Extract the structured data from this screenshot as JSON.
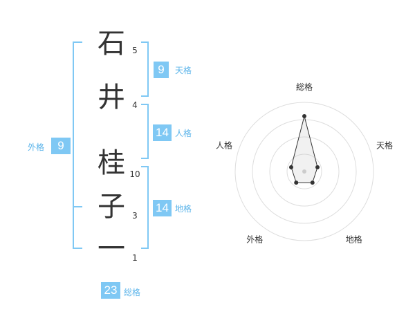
{
  "name_chars": [
    {
      "char": "石",
      "strokes": "5"
    },
    {
      "char": "井",
      "strokes": "4"
    },
    {
      "char": "桂",
      "strokes": "10"
    },
    {
      "char": "子",
      "strokes": "3"
    },
    {
      "char": "一",
      "strokes": "1"
    }
  ],
  "fortunes": {
    "ten": {
      "value": "9",
      "label": "天格"
    },
    "jin": {
      "value": "14",
      "label": "人格"
    },
    "chi": {
      "value": "14",
      "label": "地格"
    },
    "gai": {
      "value": "9",
      "label": "外格"
    },
    "total": {
      "value": "23",
      "label": "総格"
    }
  },
  "colors": {
    "accent": "#7fc8f4",
    "tag": "#5bb4ea",
    "text": "#333333"
  },
  "chart_data": {
    "type": "radar",
    "axes": [
      "総格",
      "天格",
      "地格",
      "外格",
      "人格"
    ],
    "values": [
      4,
      1,
      1,
      1,
      1
    ],
    "max": 5,
    "rings": 4
  }
}
